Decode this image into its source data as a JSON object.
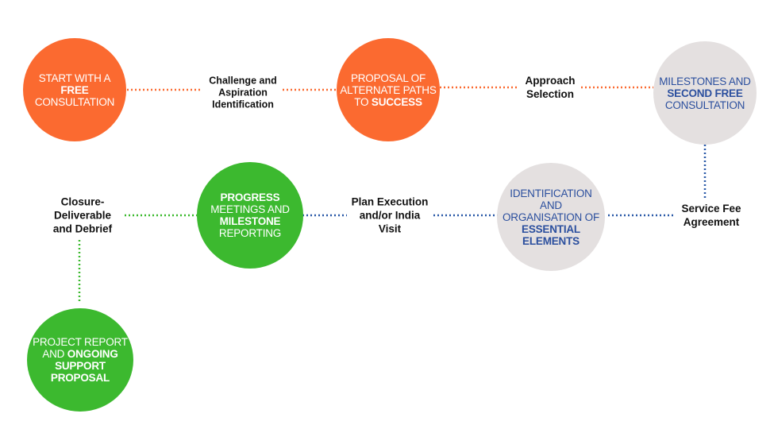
{
  "colors": {
    "orange": "#fb6a30",
    "green": "#3cb92f",
    "grey": "#e4e0e0",
    "blue_text": "#2b4f9e",
    "blue_dots": "#2b5aa8",
    "orange_dots": "#fb6a30",
    "green_dots": "#3cb92f"
  },
  "circles": [
    {
      "id": "start",
      "color": "orange",
      "lines": [
        [
          {
            "t": "START WITH A"
          }
        ],
        [
          {
            "t": "FREE",
            "b": true
          }
        ],
        [
          {
            "t": "CONSULTATION"
          }
        ]
      ]
    },
    {
      "id": "proposal",
      "color": "orange",
      "lines": [
        [
          {
            "t": "PROPOSAL OF"
          }
        ],
        [
          {
            "t": "ALTERNATE PATHS"
          }
        ],
        [
          {
            "t": "TO "
          },
          {
            "t": "SUCCESS",
            "b": true
          }
        ]
      ]
    },
    {
      "id": "milestones",
      "color": "grey",
      "lines": [
        [
          {
            "t": "MILESTONES AND"
          }
        ],
        [
          {
            "t": "SECOND FREE",
            "b": true
          }
        ],
        [
          {
            "t": "CONSULTATION"
          }
        ]
      ]
    },
    {
      "id": "identification",
      "color": "grey",
      "lines": [
        [
          {
            "t": "IDENTIFICATION"
          }
        ],
        [
          {
            "t": "AND"
          }
        ],
        [
          {
            "t": "ORGANISATION OF"
          }
        ],
        [
          {
            "t": "ESSENTIAL",
            "b": true
          }
        ],
        [
          {
            "t": "ELEMENTS",
            "b": true
          }
        ]
      ]
    },
    {
      "id": "progress",
      "color": "green",
      "lines": [
        [
          {
            "t": "PROGRESS",
            "b": true
          }
        ],
        [
          {
            "t": "MEETINGS AND"
          }
        ],
        [
          {
            "t": "MILESTONE",
            "b": true
          }
        ],
        [
          {
            "t": "REPORTING"
          }
        ]
      ]
    },
    {
      "id": "report",
      "color": "green",
      "lines": [
        [
          {
            "t": "PROJECT REPORT"
          }
        ],
        [
          {
            "t": "AND "
          },
          {
            "t": "ONGOING",
            "b": true
          }
        ],
        [
          {
            "t": "SUPPORT",
            "b": true
          }
        ],
        [
          {
            "t": "PROPOSAL",
            "b": true
          }
        ]
      ]
    }
  ],
  "labels": [
    {
      "id": "challenge",
      "lines": [
        "Challenge and",
        "Aspiration",
        "Identification"
      ]
    },
    {
      "id": "approach",
      "lines": [
        "Approach",
        "Selection"
      ]
    },
    {
      "id": "service-fee",
      "lines": [
        "Service Fee",
        "Agreement"
      ]
    },
    {
      "id": "plan-execution",
      "lines": [
        "Plan Execution",
        "and/or India",
        "Visit"
      ]
    },
    {
      "id": "closure",
      "lines": [
        "Closure-",
        "Deliverable",
        "and Debrief"
      ]
    }
  ]
}
